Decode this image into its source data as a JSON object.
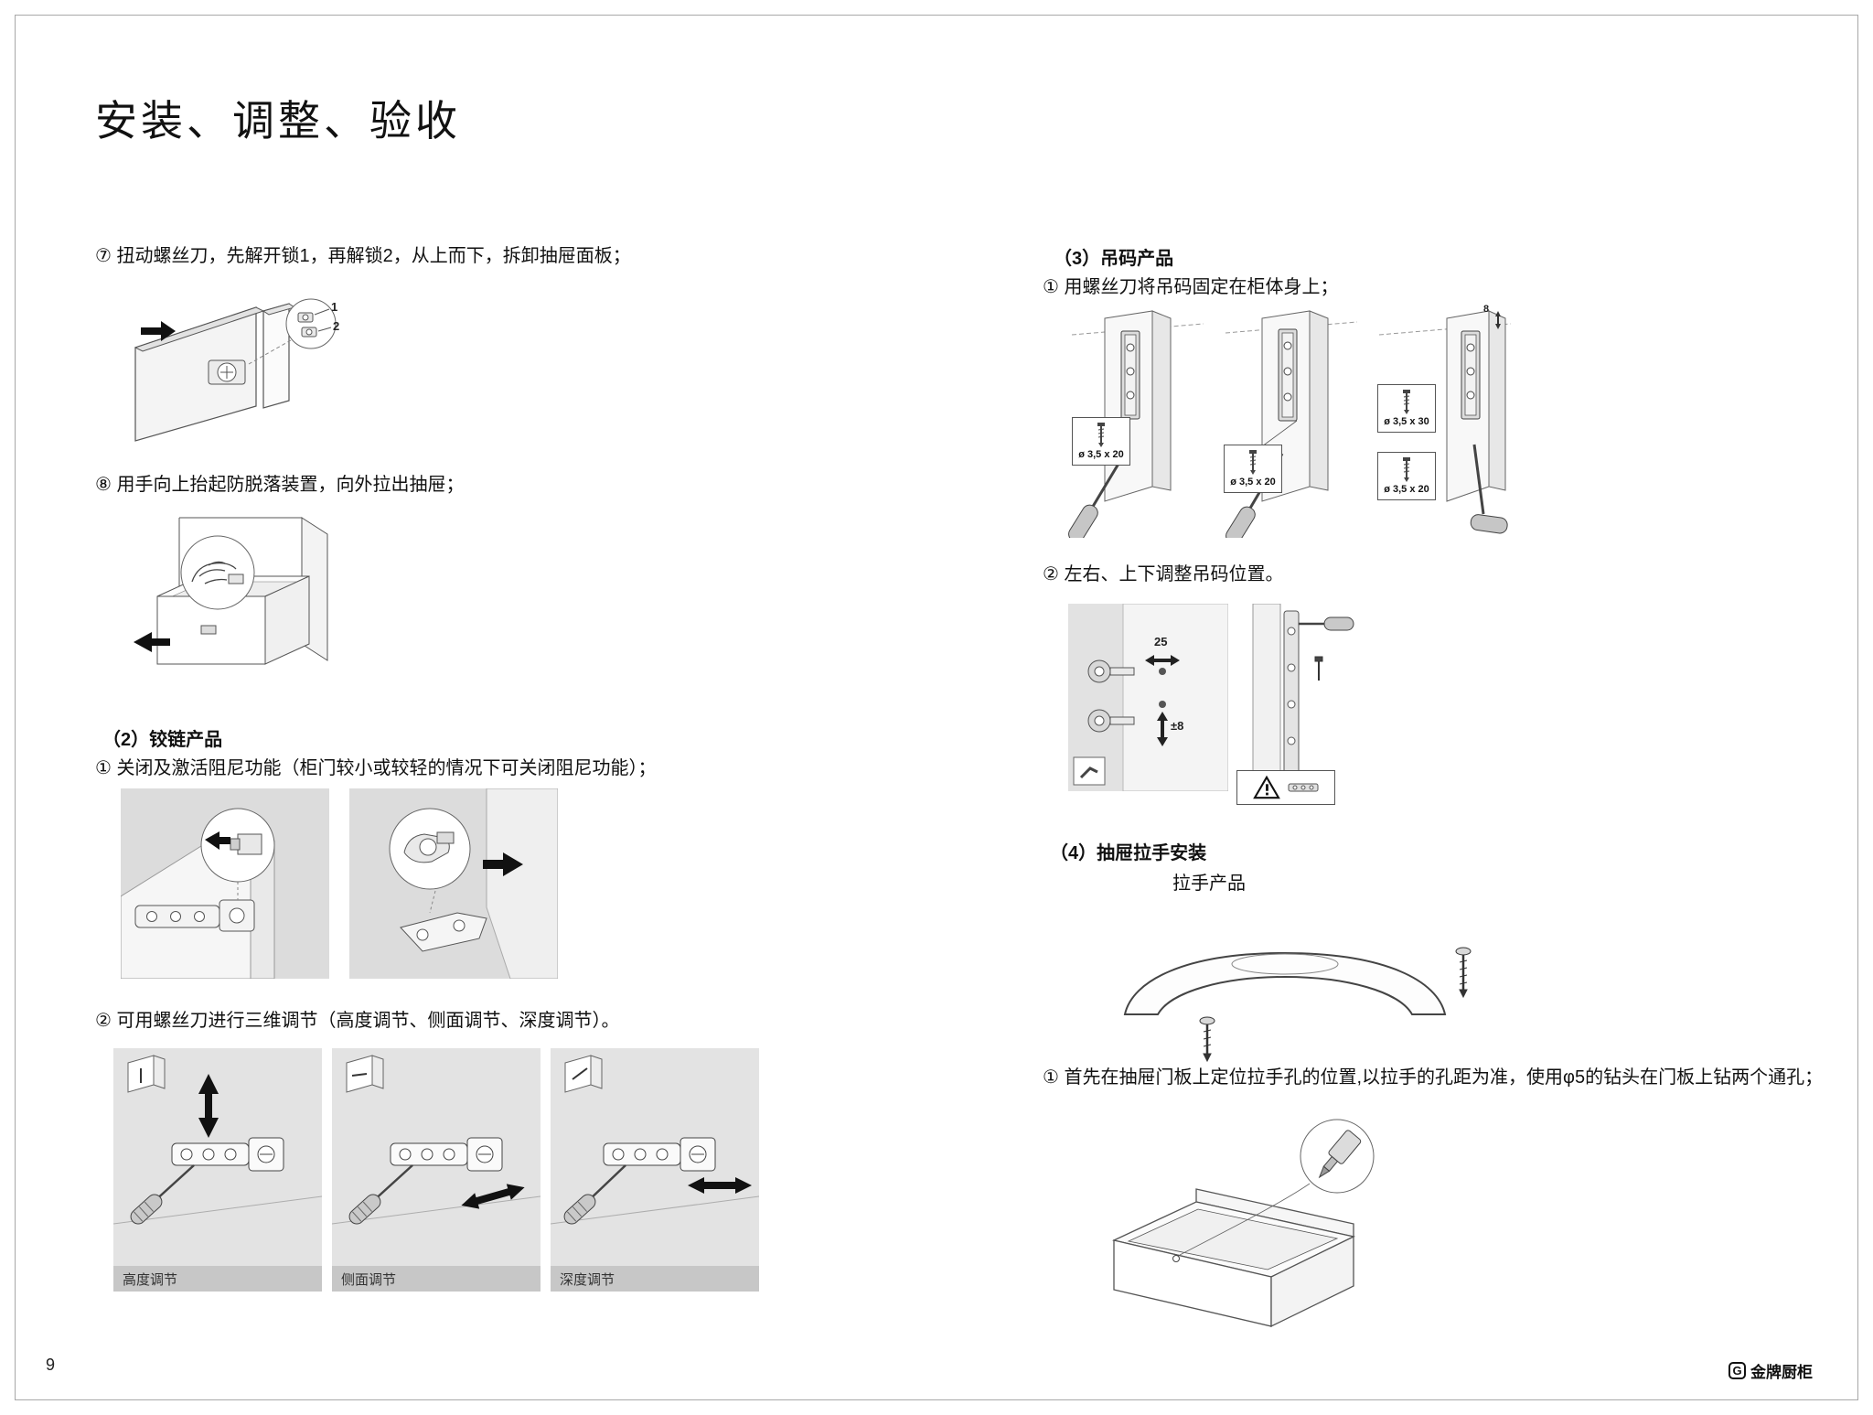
{
  "page": {
    "title": "安装、调整、验收",
    "page_number": "9",
    "brand_mark": "G",
    "brand_name": "金牌厨柜"
  },
  "left": {
    "step7": "⑦ 扭动螺丝刀，先解开锁1，再解锁2，从上而下，拆卸抽屉面板；",
    "lock1": "1",
    "lock2": "2",
    "step8": "⑧ 用手向上抬起防脱落装置，向外拉出抽屉；",
    "section2": {
      "title": "（2）铰链产品",
      "step1": "① 关闭及激活阻尼功能（柜门较小或较轻的情况下可关闭阻尼功能）；",
      "step2": "② 可用螺丝刀进行三维调节（高度调节、侧面调节、深度调节）。",
      "adjust_labels": [
        "高度调节",
        "侧面调节",
        "深度调节"
      ]
    }
  },
  "right": {
    "section3": {
      "title": "（3）吊码产品",
      "step1": "① 用螺丝刀将吊码固定在柜体身上；",
      "screw_labels": [
        "ø 3,5 x 20",
        "ø 3,5 x 20",
        "ø 3,5 x 30",
        "ø 3,5 x 20"
      ],
      "dim_top": "8",
      "step2": "② 左右、上下调整吊码位置。",
      "dim_horizontal": "25",
      "dim_vertical": "±8"
    },
    "section4": {
      "title": "（4）抽屉拉手安装",
      "product_label": "拉手产品",
      "step1": "① 首先在抽屉门板上定位拉手孔的位置,以拉手的孔距为准，使用φ5的钻头在门板上钻两个通孔；"
    }
  }
}
